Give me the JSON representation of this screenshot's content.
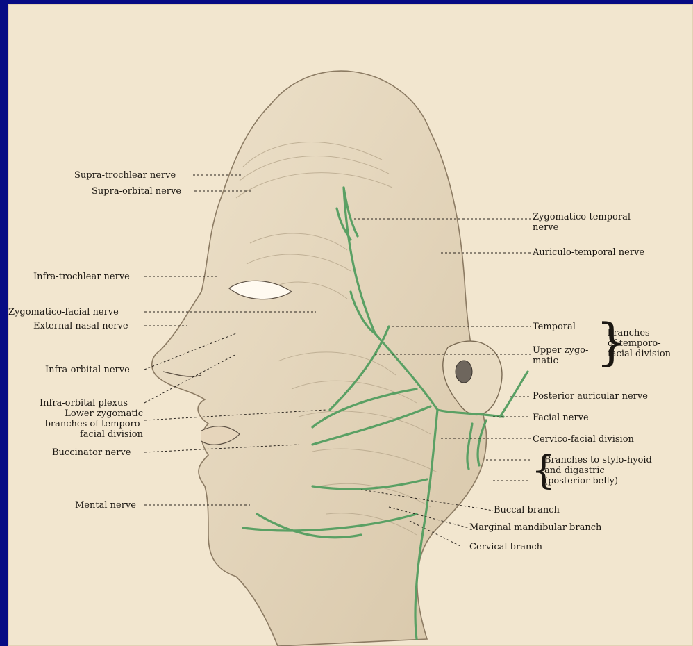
{
  "colors": {
    "frame": "#070b84",
    "paper": "#f2e6cf",
    "ink": "#1b1712",
    "nerve": "#5aa064"
  },
  "labels_left": {
    "supra_trochlear": "Supra-trochlear nerve",
    "supra_orbital": "Supra-orbital nerve",
    "infra_trochlear": "Infra-trochlear nerve",
    "zygomatico_facial": "Zygomatico-facial nerve",
    "external_nasal": "External nasal nerve",
    "infra_orbital": "Infra-orbital nerve",
    "infra_orbital_plexus": "Infra-orbital plexus",
    "lower_zygomatic": [
      "Lower zygomatic",
      "branches of temporo-",
      "facial division"
    ],
    "buccinator": "Buccinator nerve",
    "mental": "Mental nerve"
  },
  "labels_right": {
    "zygomatico_temporal": [
      "Zygomatico-temporal",
      "nerve"
    ],
    "auriculo_temporal": "Auriculo-temporal nerve",
    "temporal": "Temporal",
    "upper_zygomatic": [
      "Upper zygo-",
      "matic"
    ],
    "branches_group": [
      "branches",
      "of temporo-",
      "facial division"
    ],
    "posterior_auricular": "Posterior auricular nerve",
    "facial": "Facial nerve",
    "cervico_facial": "Cervico-facial division",
    "stylo_hyoid": [
      "Branches to stylo-hyoid",
      "and digastric",
      "(posterior belly)"
    ]
  },
  "labels_bottom": {
    "buccal": "Buccal branch",
    "marginal_mandibular": "Marginal mandibular branch",
    "cervical": "Cervical branch"
  }
}
